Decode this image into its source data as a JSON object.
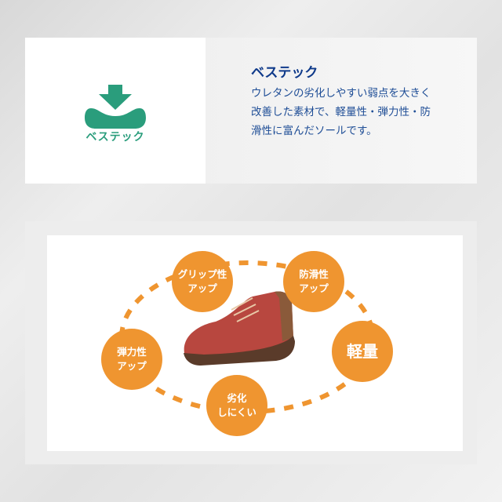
{
  "logo": {
    "label": "ベステック",
    "color": "#2a9d7c"
  },
  "feature": {
    "title": "ベステック",
    "description": "ウレタンの劣化しやすい弱点を大きく改善した素材で、軽量性・弾力性・防滑性に富んだソールです。"
  },
  "benefits": [
    {
      "line1": "グリップ性",
      "line2": "アップ"
    },
    {
      "line1": "防滑性",
      "line2": "アップ"
    },
    {
      "line1": "軽量",
      "line2": ""
    },
    {
      "line1": "劣化",
      "line2": "しにくい"
    },
    {
      "line1": "弾力性",
      "line2": "アップ"
    }
  ],
  "colors": {
    "accent": "#ef9530",
    "title": "#0f3a8a",
    "text": "#1e4d96"
  }
}
